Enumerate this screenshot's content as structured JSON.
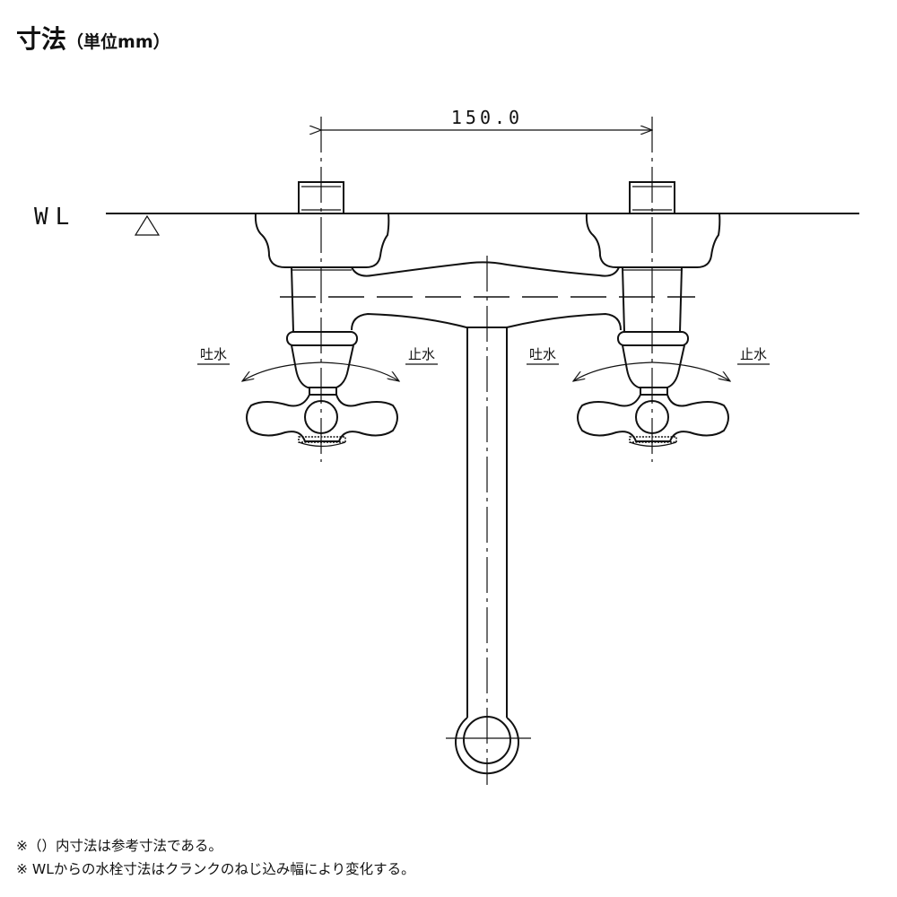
{
  "title": {
    "main": "寸法",
    "unit": "（単位mm）"
  },
  "drawing": {
    "dimension": "150.0",
    "water_level": "WL",
    "labels": {
      "discharge": "吐水",
      "stop": "止水"
    }
  },
  "notes": [
    "※（）内寸法は参考寸法である。",
    "※ WLからの水栓寸法はクランクのねじ込み幅により変化する。"
  ]
}
